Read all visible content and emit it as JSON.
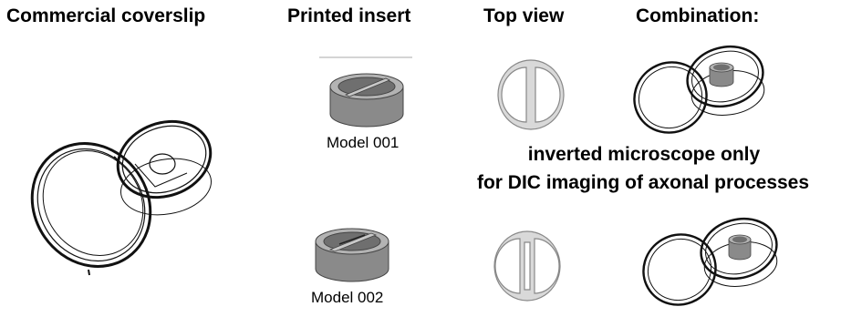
{
  "headers": {
    "commercial": "Commercial coverslip",
    "printed": "Printed insert",
    "top_view": "Top view",
    "combination": "Combination:"
  },
  "models": [
    {
      "label": "Model 001"
    },
    {
      "label": "Model 002"
    }
  ],
  "note": {
    "line1": "inverted microscope only",
    "line2": "for DIC imaging of axonal processes"
  }
}
